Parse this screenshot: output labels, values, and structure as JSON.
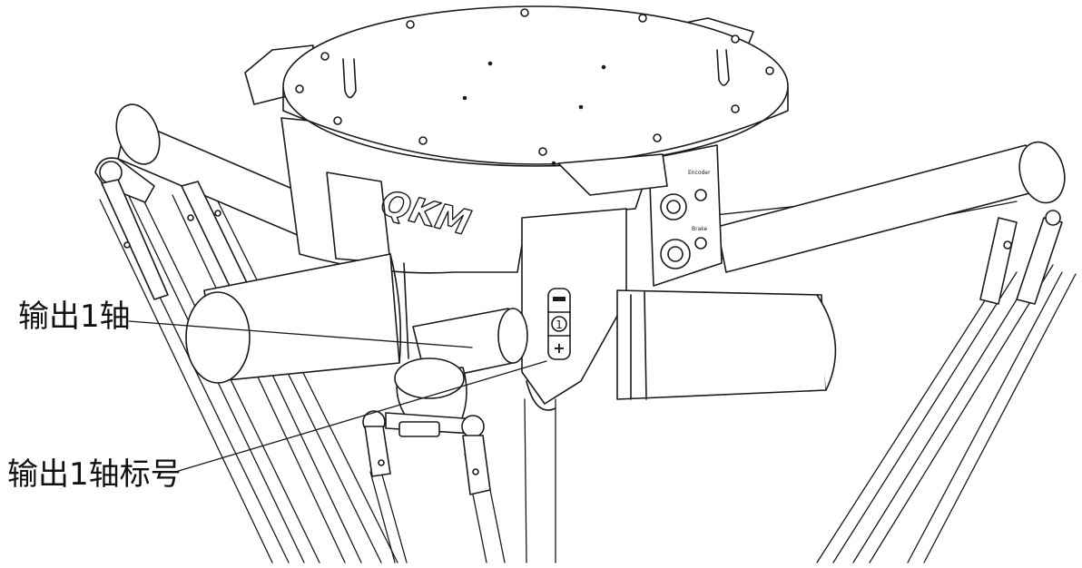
{
  "labels": {
    "output_axis": "输出1轴",
    "output_axis_marking": "输出1轴标号"
  },
  "robot": {
    "brand_logo": "QKM",
    "axis_marker": {
      "minus_symbol": "−",
      "number": "1",
      "plus_symbol": "+"
    },
    "panel_text_top": "Encoder",
    "panel_text_bottom": "Brake"
  },
  "colors": {
    "line": "#1a1a1a",
    "fill": "#ffffff",
    "label": "#111111"
  }
}
